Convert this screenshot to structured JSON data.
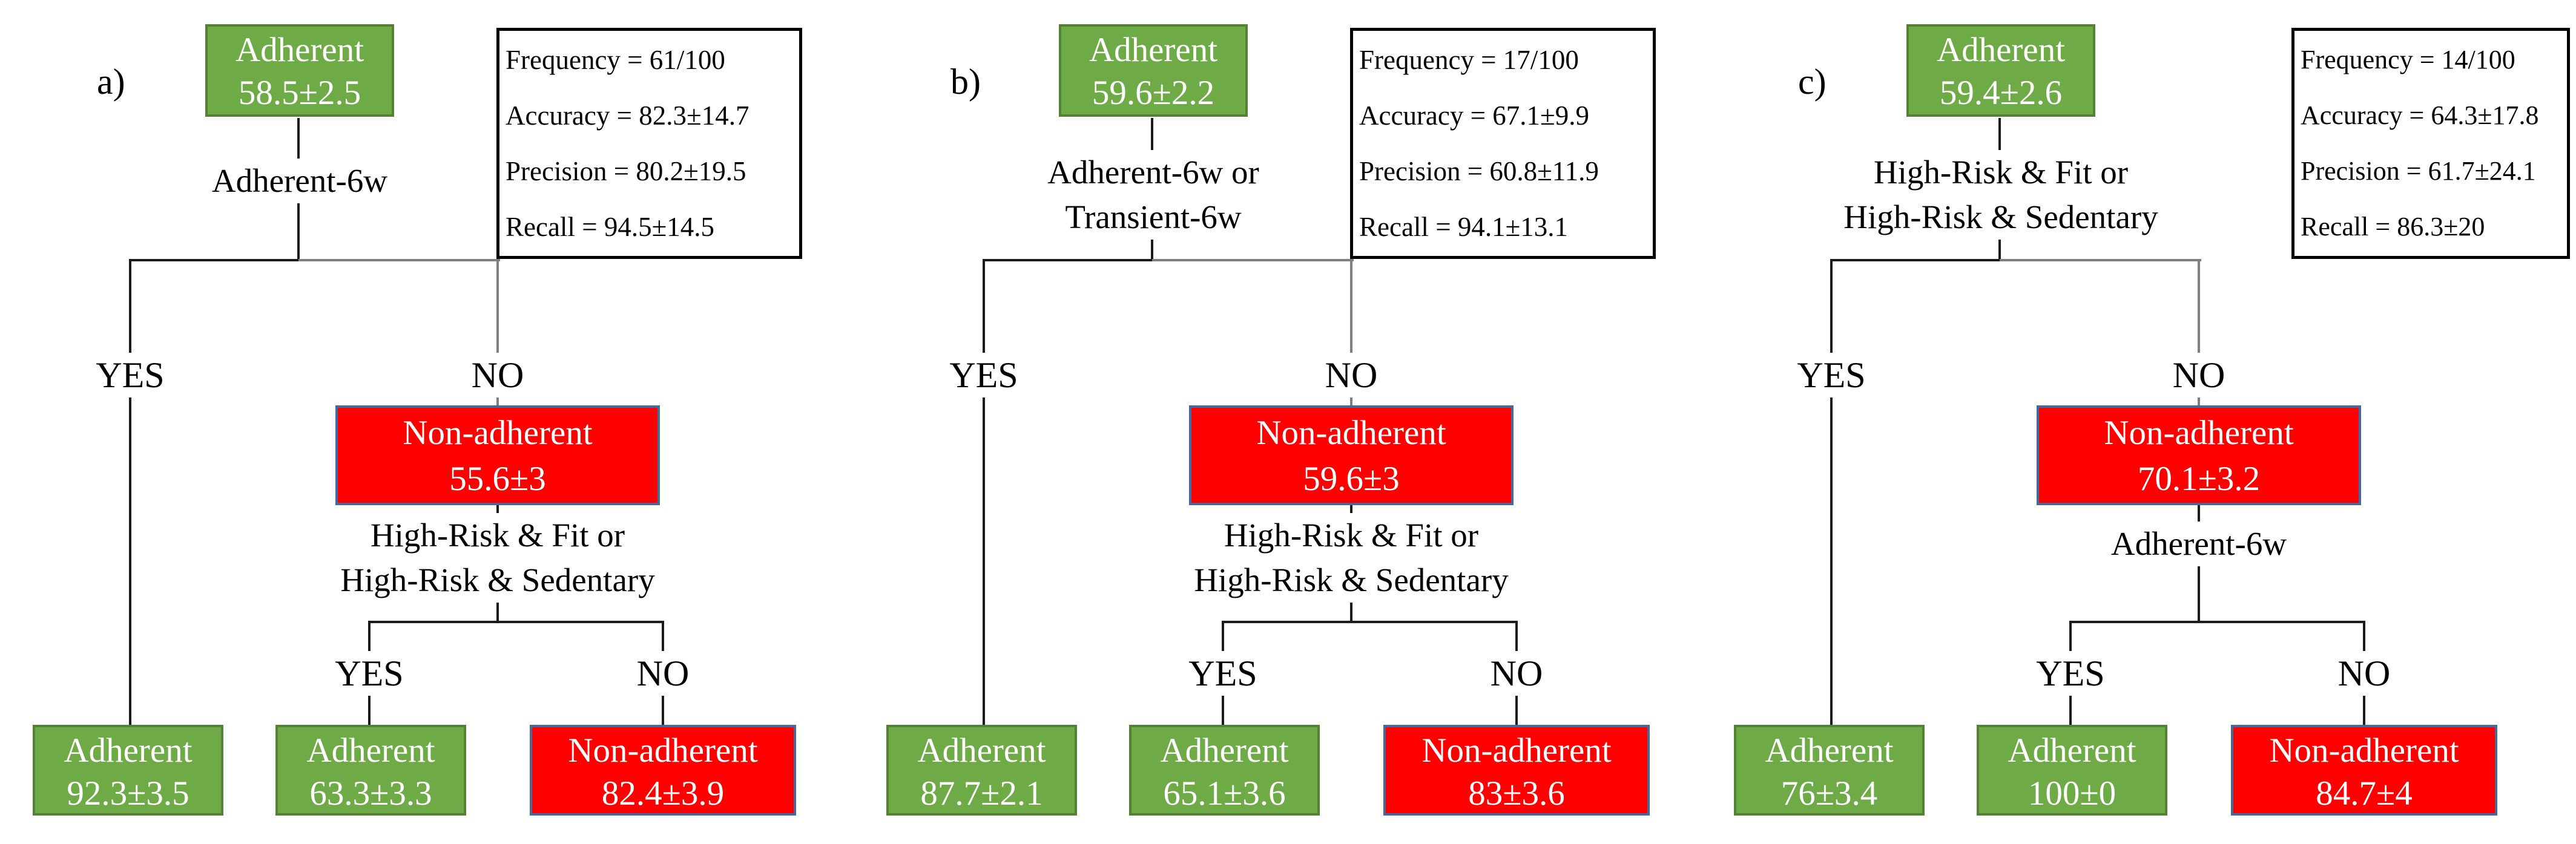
{
  "colors": {
    "green": "#6EAB47",
    "green_border": "#548235",
    "red": "#FE0000",
    "red_border": "#44699D",
    "line": "#1b1b1b",
    "line_gray": "#808080"
  },
  "panels": [
    {
      "label": "a)",
      "root": {
        "name": "Adherent",
        "value": "58.5±2.5"
      },
      "stats": [
        "Frequency = 61/100",
        "Accuracy = 82.3±14.7",
        "Precision = 80.2±19.5",
        "Recall = 94.5±14.5"
      ],
      "split1": [
        "Adherent-6w"
      ],
      "yes1": "YES",
      "no1": "NO",
      "node2": {
        "name": "Non-adherent",
        "value": "55.6±3"
      },
      "split2": [
        "High-Risk & Fit or",
        "High-Risk & Sedentary"
      ],
      "yes2": "YES",
      "no2": "NO",
      "leaf1": {
        "name": "Adherent",
        "value": "92.3±3.5"
      },
      "leaf2": {
        "name": "Adherent",
        "value": "63.3±3.3"
      },
      "leaf3": {
        "name": "Non-adherent",
        "value": "82.4±3.9"
      }
    },
    {
      "label": "b)",
      "root": {
        "name": "Adherent",
        "value": "59.6±2.2"
      },
      "stats": [
        "Frequency = 17/100",
        "Accuracy = 67.1±9.9",
        "Precision = 60.8±11.9",
        "Recall = 94.1±13.1"
      ],
      "split1": [
        "Adherent-6w or",
        "Transient-6w"
      ],
      "yes1": "YES",
      "no1": "NO",
      "node2": {
        "name": "Non-adherent",
        "value": "59.6±3"
      },
      "split2": [
        "High-Risk & Fit or",
        "High-Risk & Sedentary"
      ],
      "yes2": "YES",
      "no2": "NO",
      "leaf1": {
        "name": "Adherent",
        "value": "87.7±2.1"
      },
      "leaf2": {
        "name": "Adherent",
        "value": "65.1±3.6"
      },
      "leaf3": {
        "name": "Non-adherent",
        "value": "83±3.6"
      }
    },
    {
      "label": "c)",
      "root": {
        "name": "Adherent",
        "value": "59.4±2.6"
      },
      "stats": [
        "Frequency = 14/100",
        "Accuracy = 64.3±17.8",
        "Precision = 61.7±24.1",
        "Recall = 86.3±20"
      ],
      "split1": [
        "High-Risk & Fit or",
        "High-Risk & Sedentary"
      ],
      "yes1": "YES",
      "no1": "NO",
      "node2": {
        "name": "Non-adherent",
        "value": "70.1±3.2"
      },
      "split2": [
        "Adherent-6w"
      ],
      "yes2": "YES",
      "no2": "NO",
      "leaf1": {
        "name": "Adherent",
        "value": "76±3.4"
      },
      "leaf2": {
        "name": "Adherent",
        "value": "100±0"
      },
      "leaf3": {
        "name": "Non-adherent",
        "value": "84.7±4"
      }
    }
  ]
}
